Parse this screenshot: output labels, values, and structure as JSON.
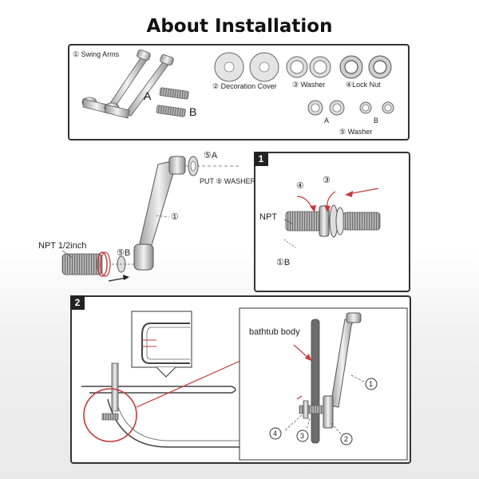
{
  "title": "About Installation",
  "parts": {
    "swing_arms": "① Swing Arms",
    "arm_a": "A",
    "arm_b": "B",
    "decoration_cover": "② Decoration Cover",
    "washer": "③ Washer",
    "lock_nut": "④Lock Nut",
    "washer5": "⑤ Washer",
    "washer5_a": "A",
    "washer5_b": "B"
  },
  "explode": {
    "label_5a": "⑤A",
    "put_washer": "PUT ⑤ WASHER IN",
    "label_1": "①",
    "npt": "NPT 1/2inch",
    "label_5b": "⑤B"
  },
  "step1": {
    "number": "1",
    "npt": "NPT",
    "c4": "④",
    "c3": "③",
    "c1b": "①B"
  },
  "step2": {
    "number": "2",
    "bathtub": "bathtub body",
    "c1": "1",
    "c2": "2",
    "c3": "3",
    "c4": "4"
  }
}
